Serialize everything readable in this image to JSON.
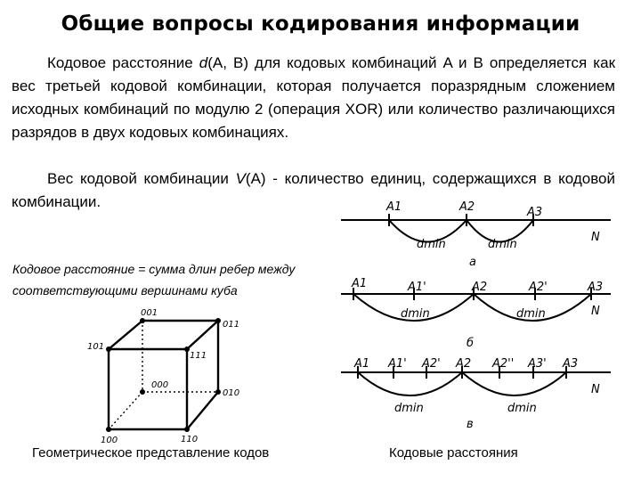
{
  "title": "Общие вопросы кодирования информации",
  "paragraph1": {
    "before": "Кодовое расстояние ",
    "symbol": "d",
    "args": "(A, B)",
    "after": " для кодовых комбинаций A и B определяется как вес третьей кодовой комбинации, которая получается поразрядным сложением исходных комбинаций по модулю 2 (операция XOR) или количество различающихся разрядов в двух кодовых комбинациях."
  },
  "paragraph2": {
    "before": "Вес кодовой комбинации ",
    "symbol": "V",
    "args": "(A)",
    "after": " - количество единиц, содержащихся в кодовой комбинации."
  },
  "cube_caption": "Кодовое расстояние = сумма длин ребер между соответствующими вершинами куба",
  "cube_vertices": {
    "v000": "000",
    "v001": "001",
    "v010": "010",
    "v011": "011",
    "v100": "100",
    "v101": "101",
    "v110": "110",
    "v111": "111"
  },
  "diagram_a": {
    "points": [
      "A1",
      "A2",
      "A3"
    ],
    "arcs": [
      "dmin",
      "dmin"
    ],
    "end_label": "N",
    "figure_label": "а"
  },
  "diagram_b": {
    "points": [
      "A1",
      "A1'",
      "A2",
      "A2'",
      "A3"
    ],
    "arcs": [
      "dmin",
      "dmin"
    ],
    "end_label": "N",
    "figure_label": "б"
  },
  "diagram_c": {
    "points": [
      "A1",
      "A1'",
      "A2'",
      "A2",
      "A2''",
      "A3'",
      "A3"
    ],
    "arcs": [
      "dmin",
      "dmin"
    ],
    "end_label": "N",
    "figure_label": "в"
  },
  "bottom_left_caption": "Геометрическое представление кодов",
  "bottom_right_caption": "Кодовые расстояния"
}
